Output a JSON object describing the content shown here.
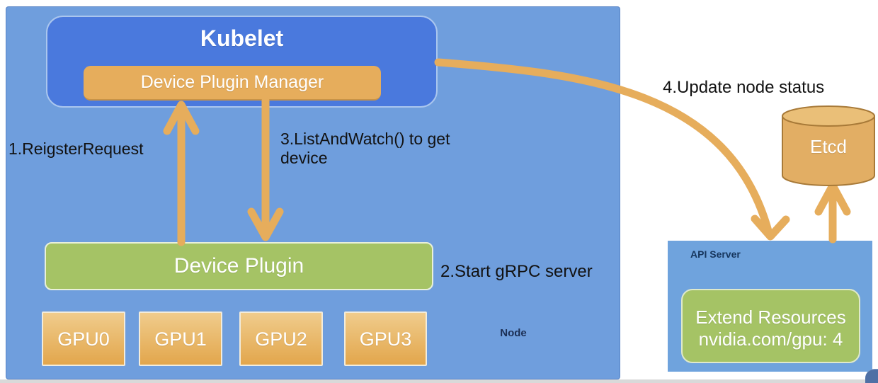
{
  "diagram": {
    "node": {
      "label": "Node",
      "kubelet_title": "Kubelet",
      "device_plugin_manager": "Device Plugin Manager",
      "device_plugin": "Device Plugin",
      "gpus": [
        "GPU0",
        "GPU1",
        "GPU2",
        "GPU3"
      ]
    },
    "steps": {
      "step1": "1.ReigsterRequest",
      "step2": "2.Start gRPC server",
      "step3_line1": "3.ListAndWatch() to get",
      "step3_line2": "device",
      "step4": "4.Update node status"
    },
    "api_server": {
      "label": "API Server",
      "extend_resources_line1": "Extend Resources",
      "extend_resources_line2": "nvidia.com/gpu: 4"
    },
    "etcd_label": "Etcd",
    "colors": {
      "node_background": "#6f9edd",
      "kubelet_blue": "#4a79dd",
      "arrow_orange": "#e6ad5c",
      "green_box": "#a5c365",
      "gpu_gradient_top": "#f0cc8c",
      "gpu_gradient_bottom": "#e2a64c",
      "etcd_fill": "#e2ae64",
      "etcd_border": "#a87a38",
      "annotation_text": "#121212"
    }
  }
}
